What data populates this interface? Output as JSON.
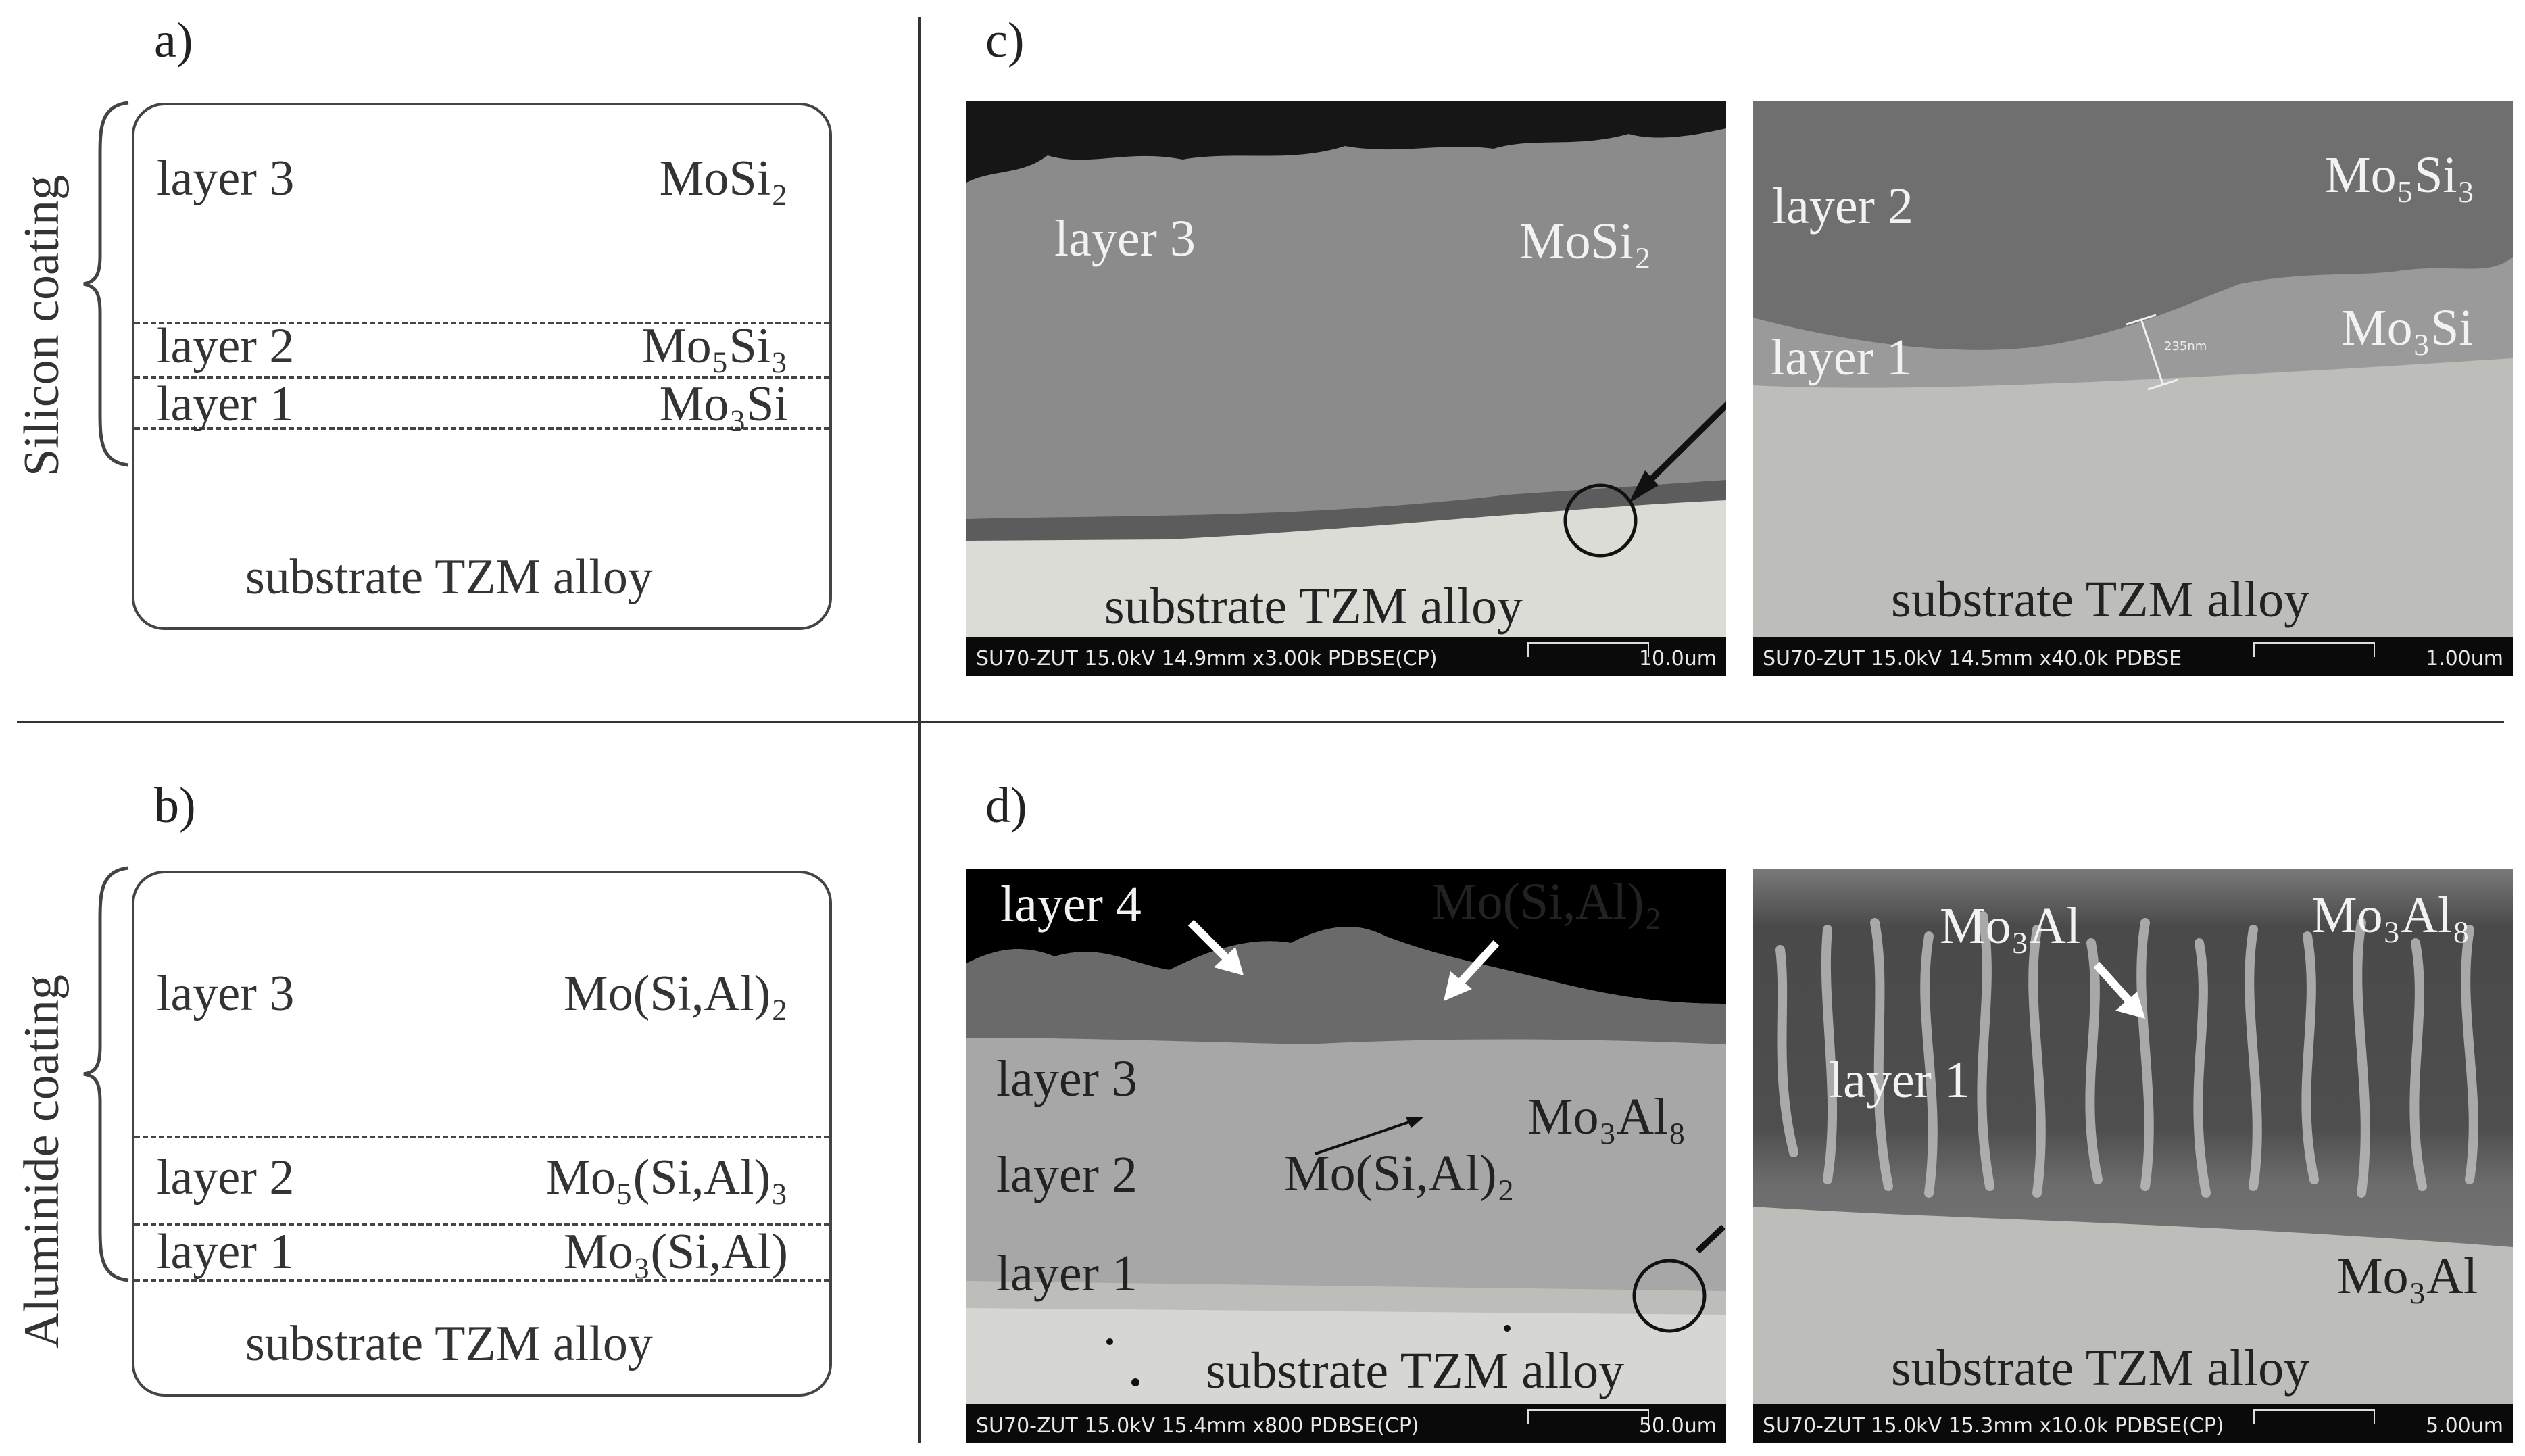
{
  "panels": {
    "a": "a)",
    "b": "b)",
    "c": "c)",
    "d": "d)"
  },
  "schematic_a": {
    "side_label": "Silicon coating",
    "rows": [
      {
        "layer": "layer 3",
        "phase": "MoSi₂"
      },
      {
        "layer": "layer 2",
        "phase": "Mo₅Si₃"
      },
      {
        "layer": "layer 1",
        "phase": "Mo₃Si"
      }
    ],
    "substrate": "substrate TZM alloy"
  },
  "schematic_b": {
    "side_label": "Aluminide coating",
    "rows": [
      {
        "layer": "layer 3",
        "phase": "Mo(Si,Al)₂"
      },
      {
        "layer": "layer 2",
        "phase": "Mo₅(Si,Al)₃"
      },
      {
        "layer": "layer 1",
        "phase": "Mo₃(Si,Al)"
      }
    ],
    "substrate": "substrate TZM alloy"
  },
  "sem_c_left": {
    "labels": {
      "layer3": "layer 3",
      "phase": "MoSi₂",
      "substrate": "substrate TZM alloy"
    },
    "info": "SU70-ZUT 15.0kV 14.9mm x3.00k PDBSE(CP)",
    "scale": "10.0um"
  },
  "sem_c_right": {
    "labels": {
      "layer2": "layer 2",
      "phase_top": "Mo₅Si₃",
      "layer1": "layer 1",
      "phase_mid": "Mo₃Si",
      "measure": "235nm",
      "substrate": "substrate TZM alloy"
    },
    "info": "SU70-ZUT 15.0kV 14.5mm x40.0k PDBSE",
    "scale": "1.00um"
  },
  "sem_d_left": {
    "labels": {
      "layer4": "layer 4",
      "phase_top": "Mo(Si,Al)₂",
      "layer3": "layer 3",
      "phase_al8": "Mo₃Al₈",
      "layer2": "layer 2",
      "phase_mid": "Mo(Si,Al)₂",
      "layer1": "layer 1",
      "substrate": "substrate TZM alloy"
    },
    "info": "SU70-ZUT 15.0kV 15.4mm x800 PDBSE(CP)",
    "scale": "50.0um"
  },
  "sem_d_right": {
    "labels": {
      "phase_mo3al": "Mo₃Al",
      "phase_mo3al8": "Mo₃Al₈",
      "layer1": "layer 1",
      "phase_bottom": "Mo₃Al",
      "substrate": "substrate TZM alloy"
    },
    "info": "SU70-ZUT 15.0kV 15.3mm x10.0k PDBSE(CP)",
    "scale": "5.00um"
  }
}
